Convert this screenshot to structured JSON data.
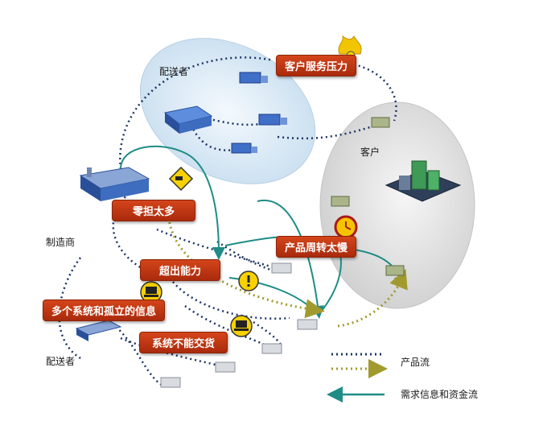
{
  "labels": {
    "distributor_top": "配送者",
    "customer": "客户",
    "manufacturer": "制造商",
    "distributor_bottom": "配送者"
  },
  "issues": {
    "customer_service_pressure": "客户服务压力",
    "too_many_handoffs": "零担太多",
    "slow_product_turnover": "产品周转太慢",
    "over_capacity": "超出能力",
    "isolated_systems": "多个系统和孤立的信息",
    "system_cannot_deliver": "系统不能交货"
  },
  "legend": {
    "product_flow": "产品流",
    "demand_info_funds_flow": "需求信息和资金流"
  },
  "colors": {
    "issue_box": "#b8320f",
    "product_flow": "#1d3466",
    "info_funds_flow": "#1f8c86",
    "olive_flow": "#a19a2e",
    "ellipse_blue": "#d4e6f3",
    "ellipse_gray": "#dcdcdc"
  }
}
